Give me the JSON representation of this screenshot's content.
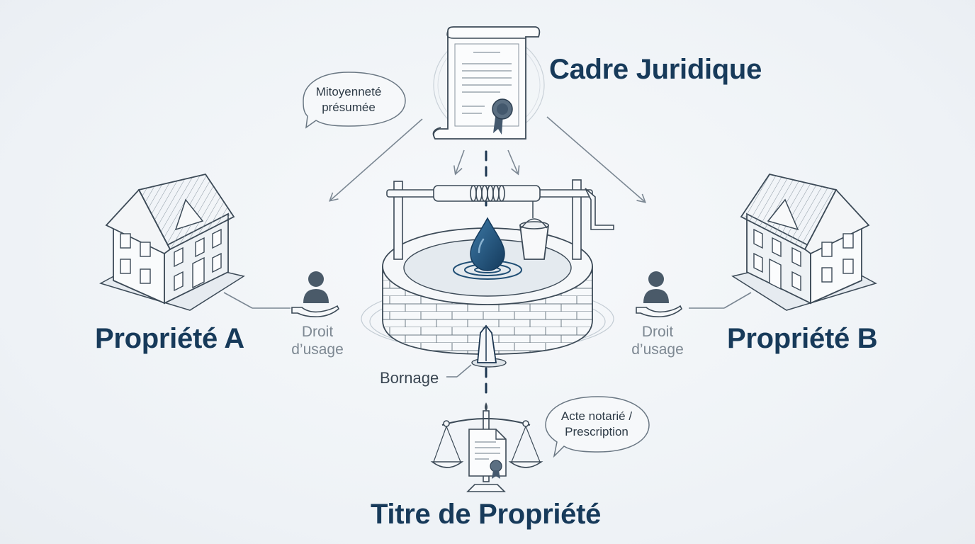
{
  "diagram": {
    "title": "Cadre Juridique",
    "nodes": {
      "cadre_juridique": {
        "label": "Cadre Juridique",
        "icon": "legal-scroll-icon"
      },
      "propriete_a": {
        "label": "Propriété A",
        "icon": "house-icon"
      },
      "propriete_b": {
        "label": "Propriété B",
        "icon": "house-icon"
      },
      "titre": {
        "label": "Titre de Propriété",
        "icon": "scales-of-justice-icon"
      },
      "well": {
        "icon": "shared-well-icon"
      }
    },
    "annotations": {
      "droit_usage_a": [
        "Droit",
        "d’usage"
      ],
      "droit_usage_b": [
        "Droit",
        "d’usage"
      ],
      "bornage": "Bornage",
      "mitoyennete": [
        "Mitoyenneté",
        "présumée"
      ],
      "acte_notarie": [
        "Acte notarié /",
        "Prescription"
      ]
    },
    "colors": {
      "primary": "#173a5a",
      "line": "#5d6b78",
      "muted_text": "#7d8892",
      "water": "#1f4e74",
      "background": "#eef2f6"
    }
  }
}
